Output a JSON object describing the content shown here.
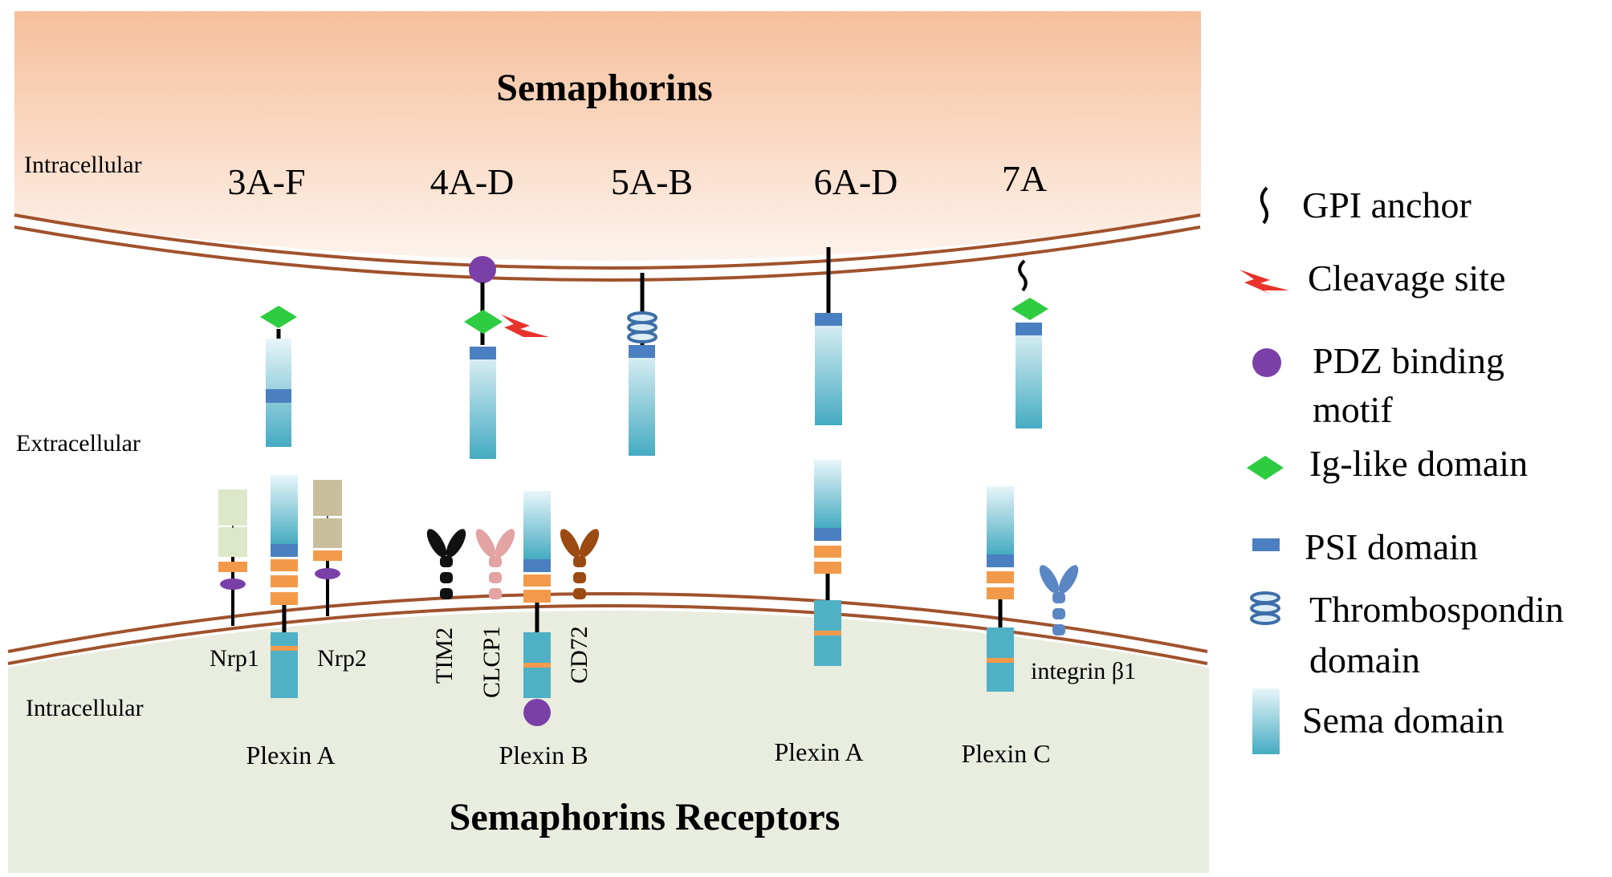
{
  "top": {
    "title": "Semaphorins",
    "intracellular_label": "Intracellular",
    "families": [
      "3A-F",
      "4A-D",
      "5A-B",
      "6A-D",
      "7A"
    ]
  },
  "middle": {
    "extracellular_label": "Extracellular"
  },
  "bottom": {
    "title": "Semaphorins Receptors",
    "intracellular_label": "Intracellular",
    "receptor_labels": {
      "nrp1": "Nrp1",
      "nrp2": "Nrp2",
      "tim2": "TIM2",
      "clcp1": "CLCP1",
      "cd72": "CD72",
      "integrin": "integrin β1"
    },
    "plexin_labels": [
      "Plexin A",
      "Plexin B",
      "Plexin A",
      "Plexin C"
    ]
  },
  "legend": {
    "items": [
      {
        "name": "gpi-anchor",
        "label_lines": [
          "GPI anchor"
        ]
      },
      {
        "name": "cleavage-site",
        "label_lines": [
          "Cleavage site"
        ]
      },
      {
        "name": "pdz-binding-motif",
        "label_lines": [
          "PDZ binding",
          "motif"
        ]
      },
      {
        "name": "ig-like-domain",
        "label_lines": [
          "Ig-like domain"
        ]
      },
      {
        "name": "psi-domain",
        "label_lines": [
          "PSI domain"
        ]
      },
      {
        "name": "thrombospondin-domain",
        "label_lines": [
          "Thrombospondin",
          "domain"
        ]
      },
      {
        "name": "sema-domain",
        "label_lines": [
          "Sema domain"
        ]
      }
    ]
  },
  "colors": {
    "top_cell_top": "#f7c3a0",
    "top_cell_bottom": "#fdf1e8",
    "bottom_cell": "#e9eddf",
    "membrane": "#a0522d",
    "sema_light": "#e3f2f7",
    "sema_dark": "#4fb0c6",
    "psi": "#4a7fc1",
    "ig_like": "#2ecc40",
    "pdz": "#7b3fa8",
    "orange_segment": "#f39a4a",
    "cleavage": "#e8322b",
    "nrp1_box": "#dde8c8",
    "nrp2_box": "#c9bf9c",
    "tim2": "#111111",
    "clcp1": "#e3a3a3",
    "cd72": "#9b4a12",
    "integrin": "#5b86c4"
  }
}
